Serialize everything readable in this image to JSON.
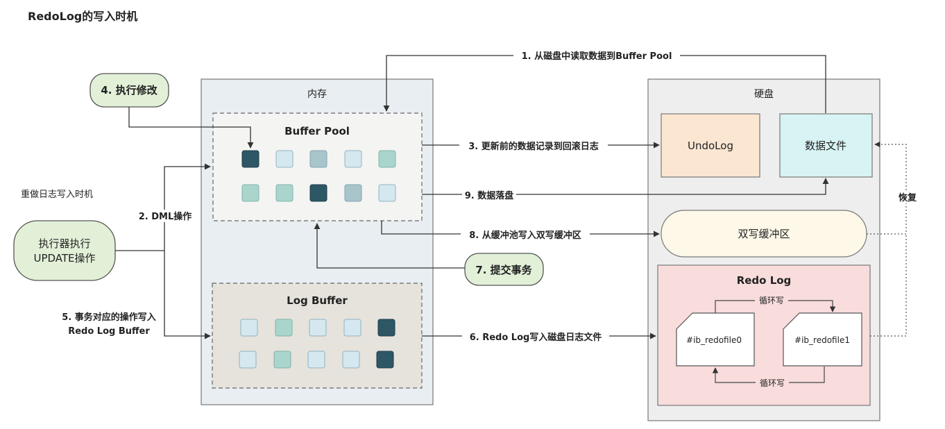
{
  "title": "RedoLog的写入时机",
  "side_note": "重做日志写入时机",
  "executor": {
    "line1": "执行器执行",
    "line2": "UPDATE操作"
  },
  "memory": {
    "label": "内存",
    "buffer_pool": {
      "label": "Buffer Pool"
    },
    "log_buffer": {
      "label": "Log Buffer"
    }
  },
  "disk": {
    "label": "硬盘",
    "undolog": "UndoLog",
    "data_file": "数据文件",
    "doublewrite": "双写缓冲区",
    "redo_log": {
      "label": "Redo Log",
      "file0": "#ib_redofile0",
      "file1": "#ib_redofile1",
      "cycle_top": "循环写",
      "cycle_bottom": "循环写"
    }
  },
  "steps": {
    "s1": "1. 从磁盘中读取数据到Buffer Pool",
    "s2": "2. DML操作",
    "s3": "3. 更新前的数据记录到回滚日志",
    "s4": "4. 执行修改",
    "s5_line1": "5. 事务对应的操作写入",
    "s5_line2": "Redo Log Buffer",
    "s6": "6. Redo Log写入磁盘日志文件",
    "s7": "7. 提交事务",
    "s8": "8. 从缓冲池写入双写缓冲区",
    "s9": "9. 数据落盘"
  },
  "recover": "恢复",
  "colors": {
    "dark": "#2e5766",
    "light": "#d5e8ef",
    "mint": "#a9d5cd",
    "gray_teal": "#a9c5cc",
    "green_bubble": "#e2f0d8",
    "undolog_fill": "#fbe6d2",
    "datafile_fill": "#d8f3f3",
    "doublewrite_fill": "#fdf8e8",
    "redo_fill": "#f9dcdc",
    "container": "#e8eef1"
  }
}
